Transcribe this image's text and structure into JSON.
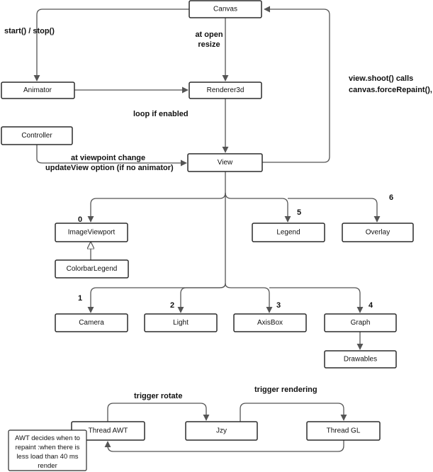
{
  "nodes": {
    "canvas": "Canvas",
    "animator": "Animator",
    "renderer3d": "Renderer3d",
    "controller": "Controller",
    "view": "View",
    "image_viewport": "ImageViewport",
    "colorbar_legend": "ColorbarLegend",
    "legend": "Legend",
    "overlay": "Overlay",
    "camera": "Camera",
    "light": "Light",
    "axisbox": "AxisBox",
    "graph": "Graph",
    "drawables": "Drawables",
    "thread_awt": "Thread AWT",
    "jzy": "Jzy",
    "thread_gl": "Thread GL"
  },
  "edge_labels": {
    "start_stop": "start() / stop()",
    "at_open": "at open",
    "resize": "resize",
    "loop_if_enabled": "loop if enabled",
    "view_shoot_1": "view.shoot() calls",
    "view_shoot_2": "canvas.forceRepaint(),",
    "viewpoint_change_1": "at viewpoint change",
    "viewpoint_change_2": "updateView option (if no animator)",
    "trigger_rotate": "trigger rotate",
    "trigger_rendering": "trigger rendering"
  },
  "numbers": {
    "n0": "0",
    "n1": "1",
    "n2": "2",
    "n3": "3",
    "n4": "4",
    "n5": "5",
    "n6": "6"
  },
  "note": {
    "line1": "AWT decides when to",
    "line2": "repaint :when there is",
    "line3": "less load than 40 ms",
    "line4": "render"
  }
}
